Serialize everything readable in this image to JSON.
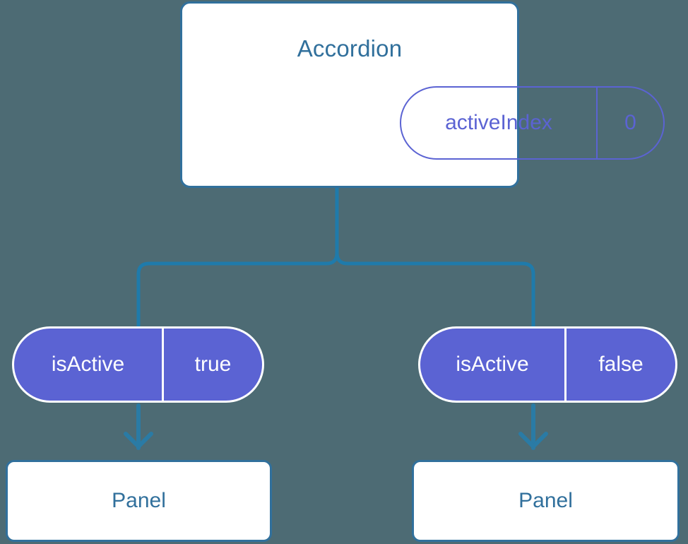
{
  "theme": {
    "background": "#4d6b74",
    "node_border": "#31709c",
    "node_text": "#31709c",
    "node_fill": "#ffffff",
    "state_accent": "#5b63d3",
    "state_text_on_fill": "#ffffff",
    "edge_color": "#1f7bab"
  },
  "diagram": {
    "type": "component-state-tree",
    "root": {
      "name": "accordion-component",
      "title": "Accordion",
      "state": {
        "key": "activeIndex",
        "value": "0"
      }
    },
    "branches": [
      {
        "name": "branch-left",
        "prop": {
          "key": "isActive",
          "value": "true"
        },
        "child": {
          "name": "panel-left",
          "title": "Panel"
        }
      },
      {
        "name": "branch-right",
        "prop": {
          "key": "isActive",
          "value": "false"
        },
        "child": {
          "name": "panel-right",
          "title": "Panel"
        }
      }
    ]
  }
}
